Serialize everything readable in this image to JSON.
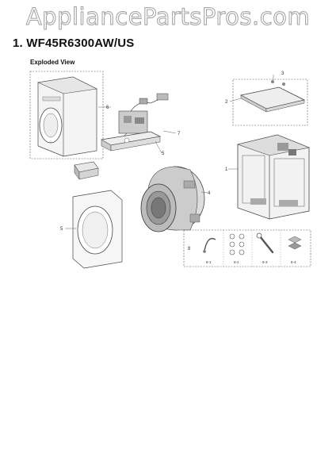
{
  "watermark": "AppliancePartsPros.com",
  "title": "1.  WF45R6300AW/US",
  "subtitle": "Exploded View",
  "callouts": {
    "c1": "1",
    "c2": "2",
    "c3": "3",
    "c4": "4",
    "c5a": "5",
    "c5b": "5",
    "c6": "6",
    "c7": "7",
    "c8": "8"
  },
  "kit": {
    "k1": "8-1",
    "k2": "8-2",
    "k3": "8-3",
    "k4": "8-4"
  }
}
